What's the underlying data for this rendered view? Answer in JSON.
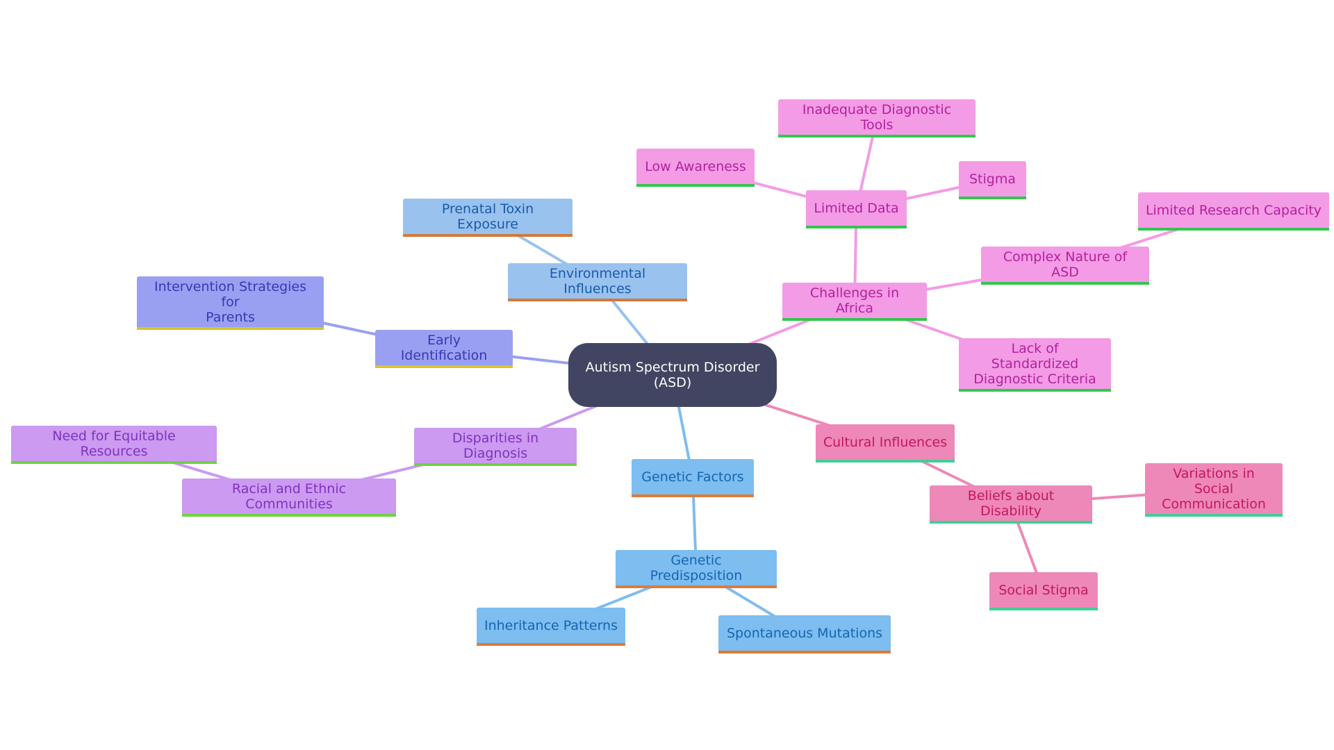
{
  "branch_colors": {
    "root": {
      "fill": "#414561",
      "text": "#ffffff"
    },
    "blue": {
      "fill": "#7dbdf0",
      "text": "#1565b0",
      "edge": "#7dbdf0",
      "underline": "#e07a35"
    },
    "lightblue": {
      "fill": "#99c2ef",
      "text": "#1a5aa8",
      "edge": "#99c2ef",
      "underline": "#d07a3a"
    },
    "indigo": {
      "fill": "#9aa0f1",
      "text": "#3538b5",
      "edge": "#9aa0f1",
      "underline": "#d8c42a"
    },
    "purple": {
      "fill": "#cc9af0",
      "text": "#7e32c0",
      "edge": "#cc9af0",
      "underline": "#6fd040"
    },
    "magenta": {
      "fill": "#f49be6",
      "text": "#b4209c",
      "edge": "#f49be6",
      "underline": "#33c64e"
    },
    "pink": {
      "fill": "#ee88b8",
      "text": "#c2185b",
      "edge": "#ee88b8",
      "underline": "#3fcf94"
    }
  },
  "nodes": [
    {
      "id": "root",
      "label": "Autism Spectrum Disorder\n(ASD)",
      "branch": "root"
    },
    {
      "id": "genetic",
      "label": "Genetic Factors",
      "branch": "blue"
    },
    {
      "id": "predisposition",
      "label": "Genetic Predisposition",
      "branch": "blue"
    },
    {
      "id": "inheritance",
      "label": "Inheritance Patterns",
      "branch": "blue"
    },
    {
      "id": "mutations",
      "label": "Spontaneous Mutations",
      "branch": "blue"
    },
    {
      "id": "environmental",
      "label": "Environmental Influences",
      "branch": "lightblue"
    },
    {
      "id": "prenatal",
      "label": "Prenatal Toxin Exposure",
      "branch": "lightblue"
    },
    {
      "id": "early",
      "label": "Early Identification",
      "branch": "indigo"
    },
    {
      "id": "intervention",
      "label": "Intervention Strategies for\nParents",
      "branch": "indigo"
    },
    {
      "id": "disparities",
      "label": "Disparities in Diagnosis",
      "branch": "purple"
    },
    {
      "id": "racial",
      "label": "Racial and Ethnic Communities",
      "branch": "purple"
    },
    {
      "id": "equitable",
      "label": "Need for Equitable Resources",
      "branch": "purple"
    },
    {
      "id": "africa",
      "label": "Challenges in Africa",
      "branch": "magenta"
    },
    {
      "id": "limited_data",
      "label": "Limited Data",
      "branch": "magenta"
    },
    {
      "id": "inadequate",
      "label": "Inadequate Diagnostic Tools",
      "branch": "magenta"
    },
    {
      "id": "low_awareness",
      "label": "Low Awareness",
      "branch": "magenta"
    },
    {
      "id": "stigma",
      "label": "Stigma",
      "branch": "magenta"
    },
    {
      "id": "complex",
      "label": "Complex Nature of ASD",
      "branch": "magenta"
    },
    {
      "id": "research",
      "label": "Limited Research Capacity",
      "branch": "magenta"
    },
    {
      "id": "standardized",
      "label": "Lack of Standardized\nDiagnostic Criteria",
      "branch": "magenta"
    },
    {
      "id": "cultural",
      "label": "Cultural Influences",
      "branch": "pink"
    },
    {
      "id": "beliefs",
      "label": "Beliefs about Disability",
      "branch": "pink"
    },
    {
      "id": "variations",
      "label": "Variations in Social\nCommunication",
      "branch": "pink"
    },
    {
      "id": "social_stigma",
      "label": "Social Stigma",
      "branch": "pink"
    }
  ],
  "edges": [
    [
      "root",
      "genetic"
    ],
    [
      "genetic",
      "predisposition"
    ],
    [
      "predisposition",
      "inheritance"
    ],
    [
      "predisposition",
      "mutations"
    ],
    [
      "root",
      "environmental"
    ],
    [
      "environmental",
      "prenatal"
    ],
    [
      "root",
      "early"
    ],
    [
      "early",
      "intervention"
    ],
    [
      "root",
      "disparities"
    ],
    [
      "disparities",
      "racial"
    ],
    [
      "racial",
      "equitable"
    ],
    [
      "root",
      "africa"
    ],
    [
      "africa",
      "limited_data"
    ],
    [
      "limited_data",
      "inadequate"
    ],
    [
      "limited_data",
      "low_awareness"
    ],
    [
      "limited_data",
      "stigma"
    ],
    [
      "africa",
      "complex"
    ],
    [
      "complex",
      "research"
    ],
    [
      "africa",
      "standardized"
    ],
    [
      "root",
      "cultural"
    ],
    [
      "cultural",
      "beliefs"
    ],
    [
      "beliefs",
      "variations"
    ],
    [
      "beliefs",
      "social_stigma"
    ]
  ]
}
